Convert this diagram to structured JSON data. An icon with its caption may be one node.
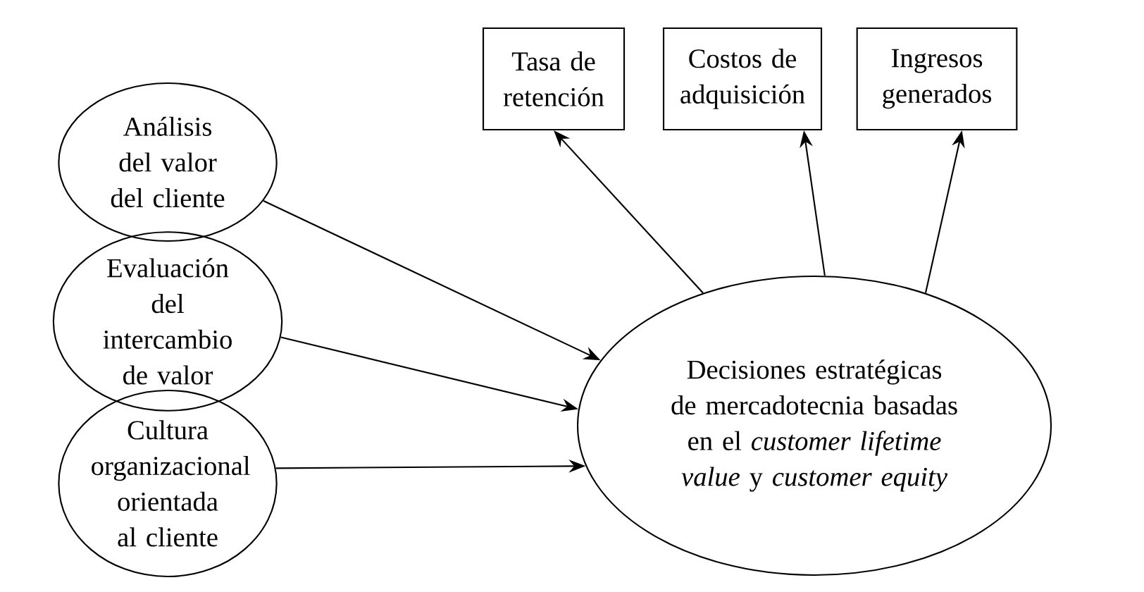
{
  "diagram": {
    "nodes": [
      {
        "text": [
          "Análisis del valor del cliente"
        ]
      },
      {
        "text": [
          "Evaluación del intercambio de valor"
        ]
      },
      {
        "text": [
          "Cultura organizacional orientada al cliente"
        ]
      },
      {
        "text": [
          "Tasa de retención"
        ]
      },
      {
        "text": [
          "Costos de adquisición"
        ]
      },
      {
        "text": [
          "Ingresos generados"
        ]
      },
      {
        "text": [
          "Decisiones estratégicas de mercadotecnia basadas en el *customer lifetime value* y *customer equity*"
        ]
      }
    ],
    "edges": [
      {
        "from": 0,
        "to": 6,
        "arrow": "to"
      },
      {
        "from": 1,
        "to": 6,
        "arrow": "to"
      },
      {
        "from": 2,
        "to": 6,
        "arrow": "to"
      },
      {
        "from": 6,
        "to": 3,
        "arrow": "to"
      },
      {
        "from": 6,
        "to": 4,
        "arrow": "to"
      },
      {
        "from": 6,
        "to": 5,
        "arrow": "to"
      }
    ]
  }
}
